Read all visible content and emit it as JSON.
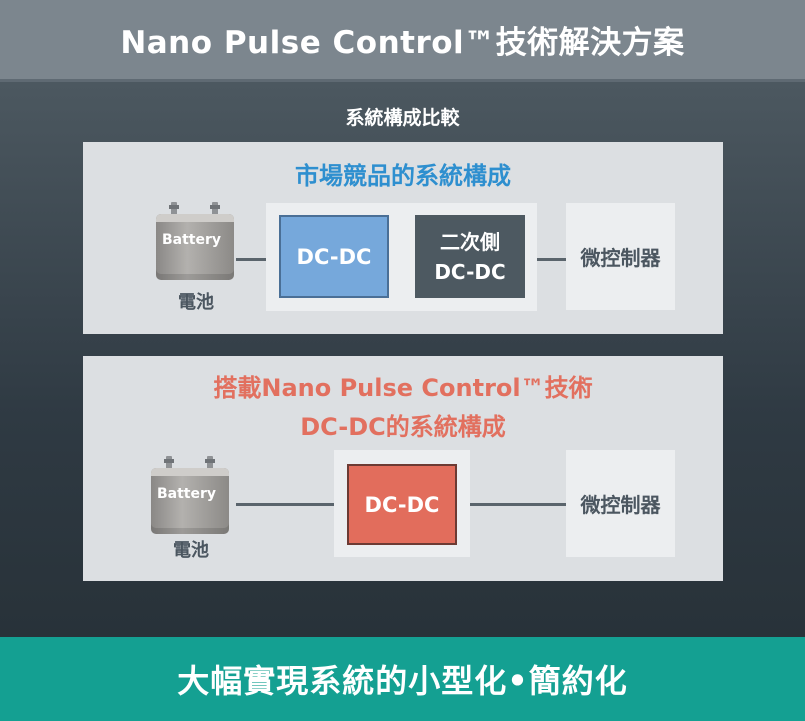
{
  "header": {
    "title": "Nano Pulse Control™技術解決方案"
  },
  "comparison": {
    "subtitle": "系統構成比較"
  },
  "competitor": {
    "title": "市場競品的系統構成",
    "battery_label": "Battery",
    "battery_caption": "電池",
    "dcdc_primary": "DC-DC",
    "dcdc_secondary_line1": "二次側",
    "dcdc_secondary_line2": "DC-DC",
    "mcu": "微控制器"
  },
  "nano": {
    "title_line1": "搭載Nano Pulse Control™技術",
    "title_line2": "DC-DC的系統構成",
    "battery_label": "Battery",
    "battery_caption": "電池",
    "dcdc": "DC-DC",
    "mcu": "微控制器"
  },
  "footer": {
    "tagline": "大幅實現系統的小型化•簡約化"
  },
  "colors": {
    "header_bg": "#7c868e",
    "footer_bg": "#14a092",
    "competitor_title": "#2e8fcf",
    "nano_title": "#e2705f",
    "dcdc_blue": "#76a8db",
    "dcdc_dark": "#4d5961",
    "dcdc_red": "#e26d5c"
  }
}
